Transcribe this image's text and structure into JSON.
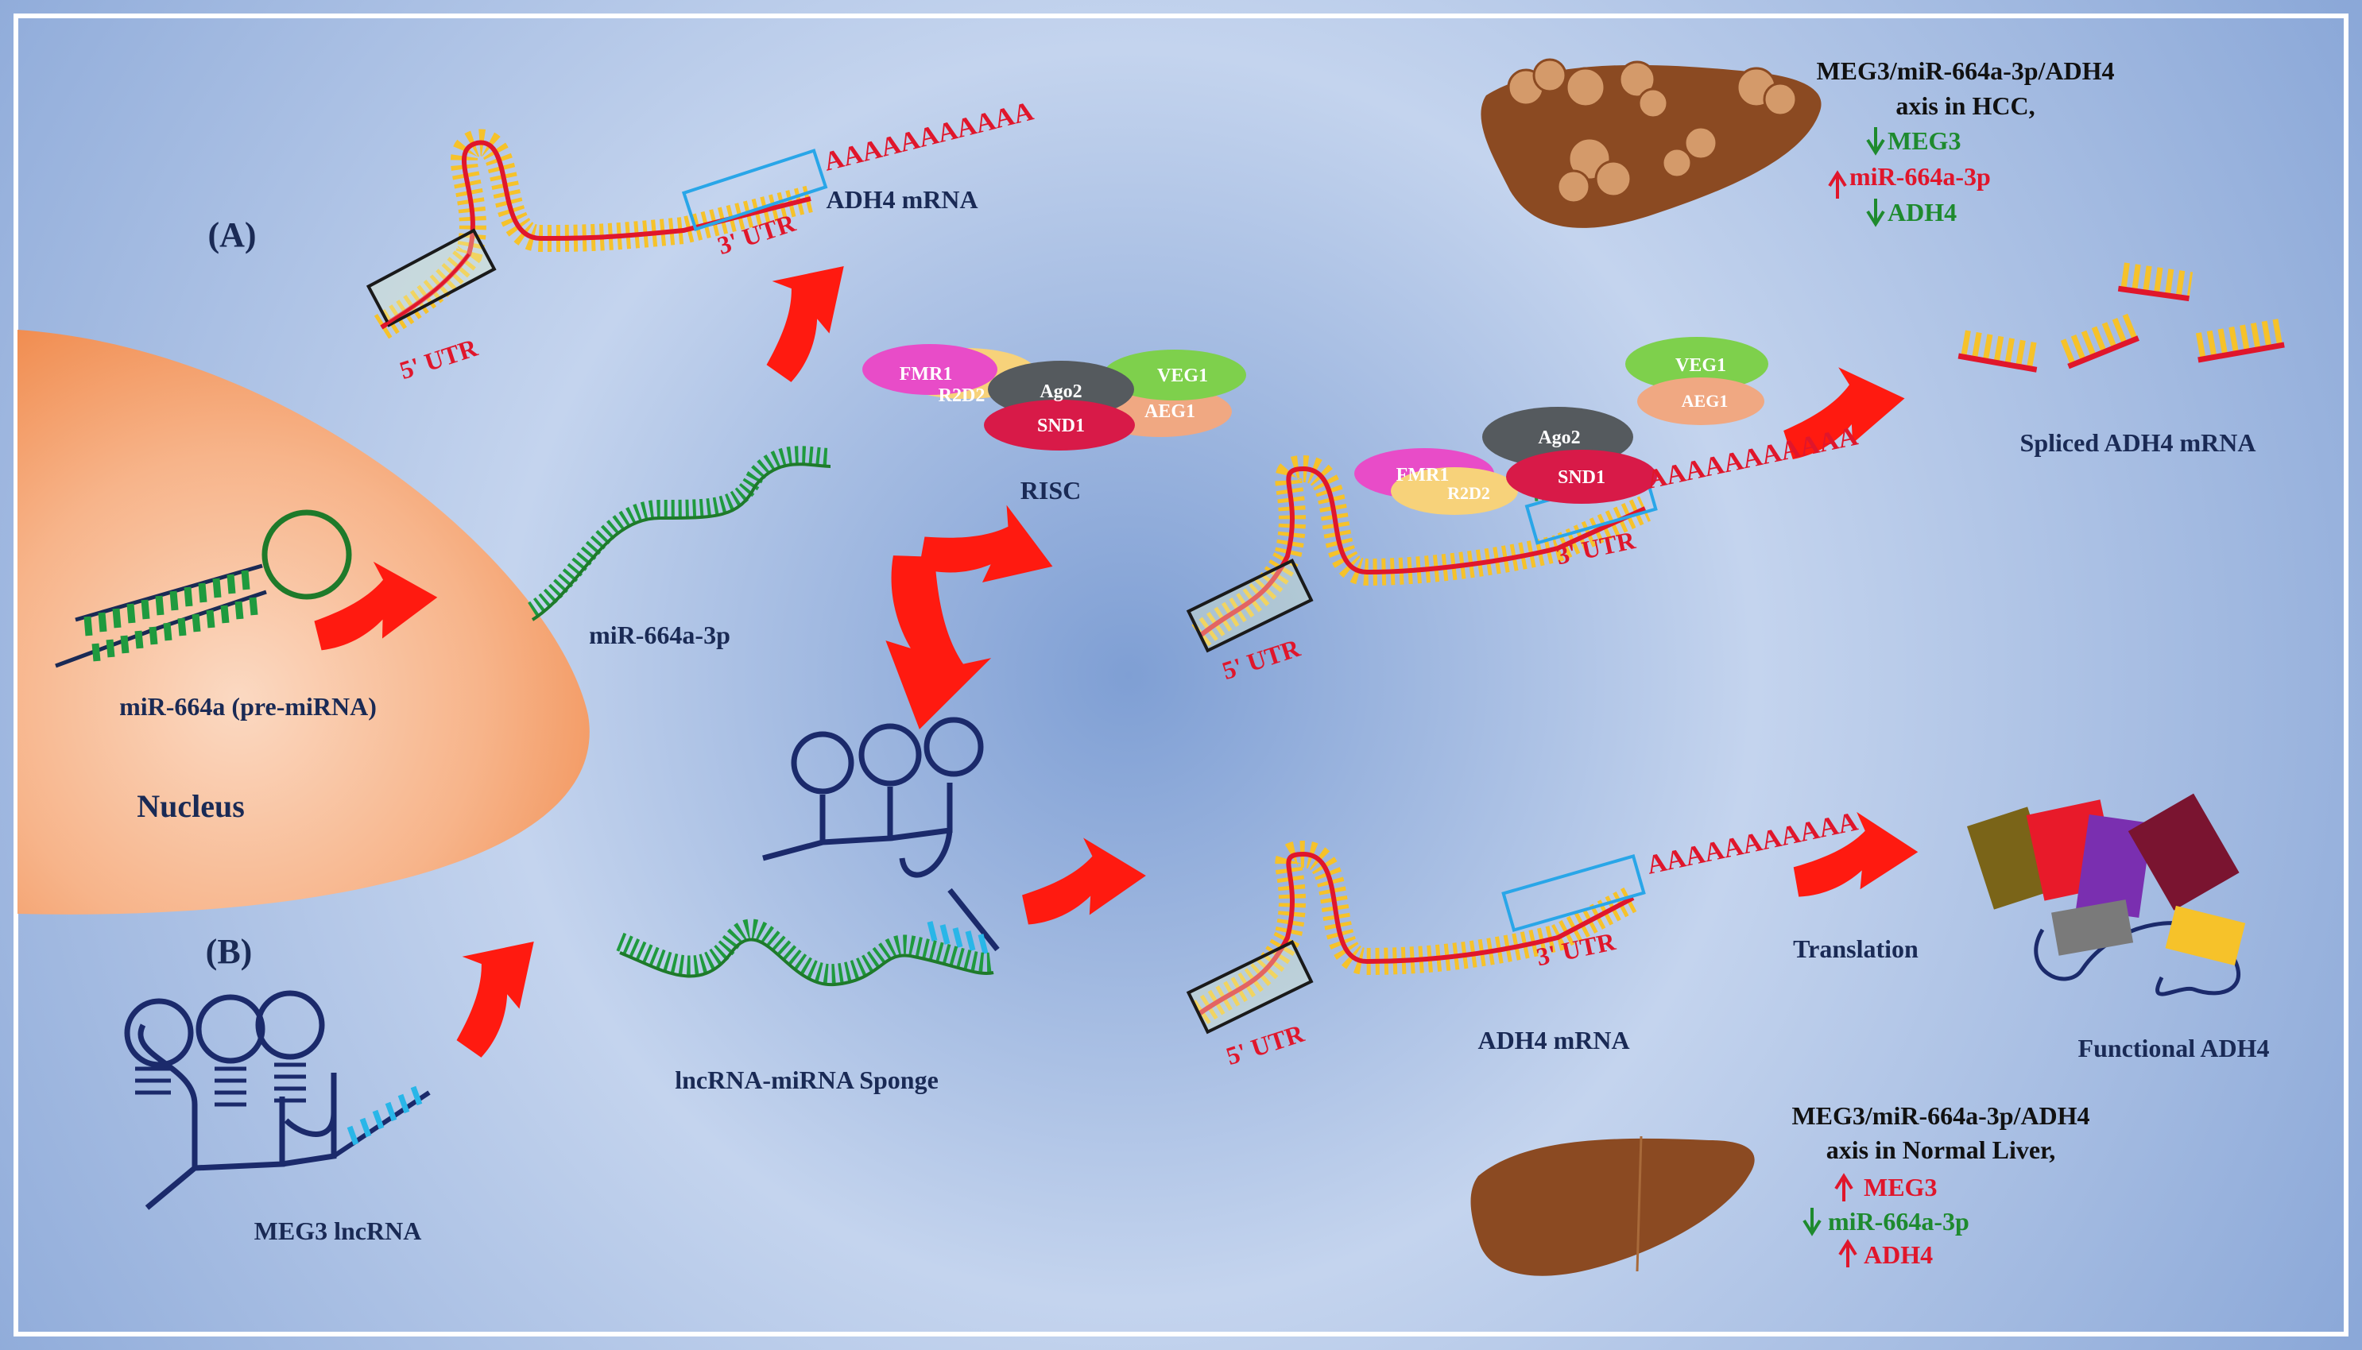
{
  "labels": {
    "panel_a": "(A)",
    "panel_b": "(B)",
    "utr5": "5' UTR",
    "utr3": "3' UTR",
    "polya": "AAAAAAAAAAA",
    "adh4_mrna": "ADH4 mRNA",
    "mirna": "miR-664a-3p",
    "pre_mirna": "miR-664a (pre-miRNA)",
    "nucleus": "Nucleus",
    "risc": "RISC",
    "spliced": "Spliced ADH4 mRNA",
    "sponge": "lncRNA-miRNA Sponge",
    "meg3": "MEG3 lncRNA",
    "translation": "Translation",
    "functional": "Functional  ADH4"
  },
  "risc_proteins": {
    "fmr1": "FMR1",
    "ago2": "Ago2",
    "veg1": "VEG1",
    "r2d2": "R2D2",
    "snd1": "SND1",
    "aeg1": "AEG1"
  },
  "hcc_box": {
    "line1": "MEG3/miR-664a-3p/ADH4",
    "line2": "axis in HCC,",
    "item1": "MEG3",
    "item2": "miR-664a-3p",
    "item3": "ADH4"
  },
  "normal_box": {
    "line1": "MEG3/miR-664a-3p/ADH4",
    "line2": "axis in Normal Liver,",
    "item1": "MEG3",
    "item2": "miR-664a-3p",
    "item3": "ADH4"
  },
  "colors": {
    "background_center": "#7f9fd4",
    "background_edge": "#e4ecf8",
    "nucleus": "#f08a4c",
    "arrow": "#ff1a10",
    "mrna_strand": "#e0162b",
    "nucleotide": "#f6c22a",
    "mirna": "#1f9a3e",
    "lncrna": "#1b2a6b",
    "seed_region": "#29b6e8",
    "text_dark": "#1a2a55",
    "text_red": "#e0162b",
    "text_green": "#1e8a2e",
    "liver": "#8b4a22"
  }
}
